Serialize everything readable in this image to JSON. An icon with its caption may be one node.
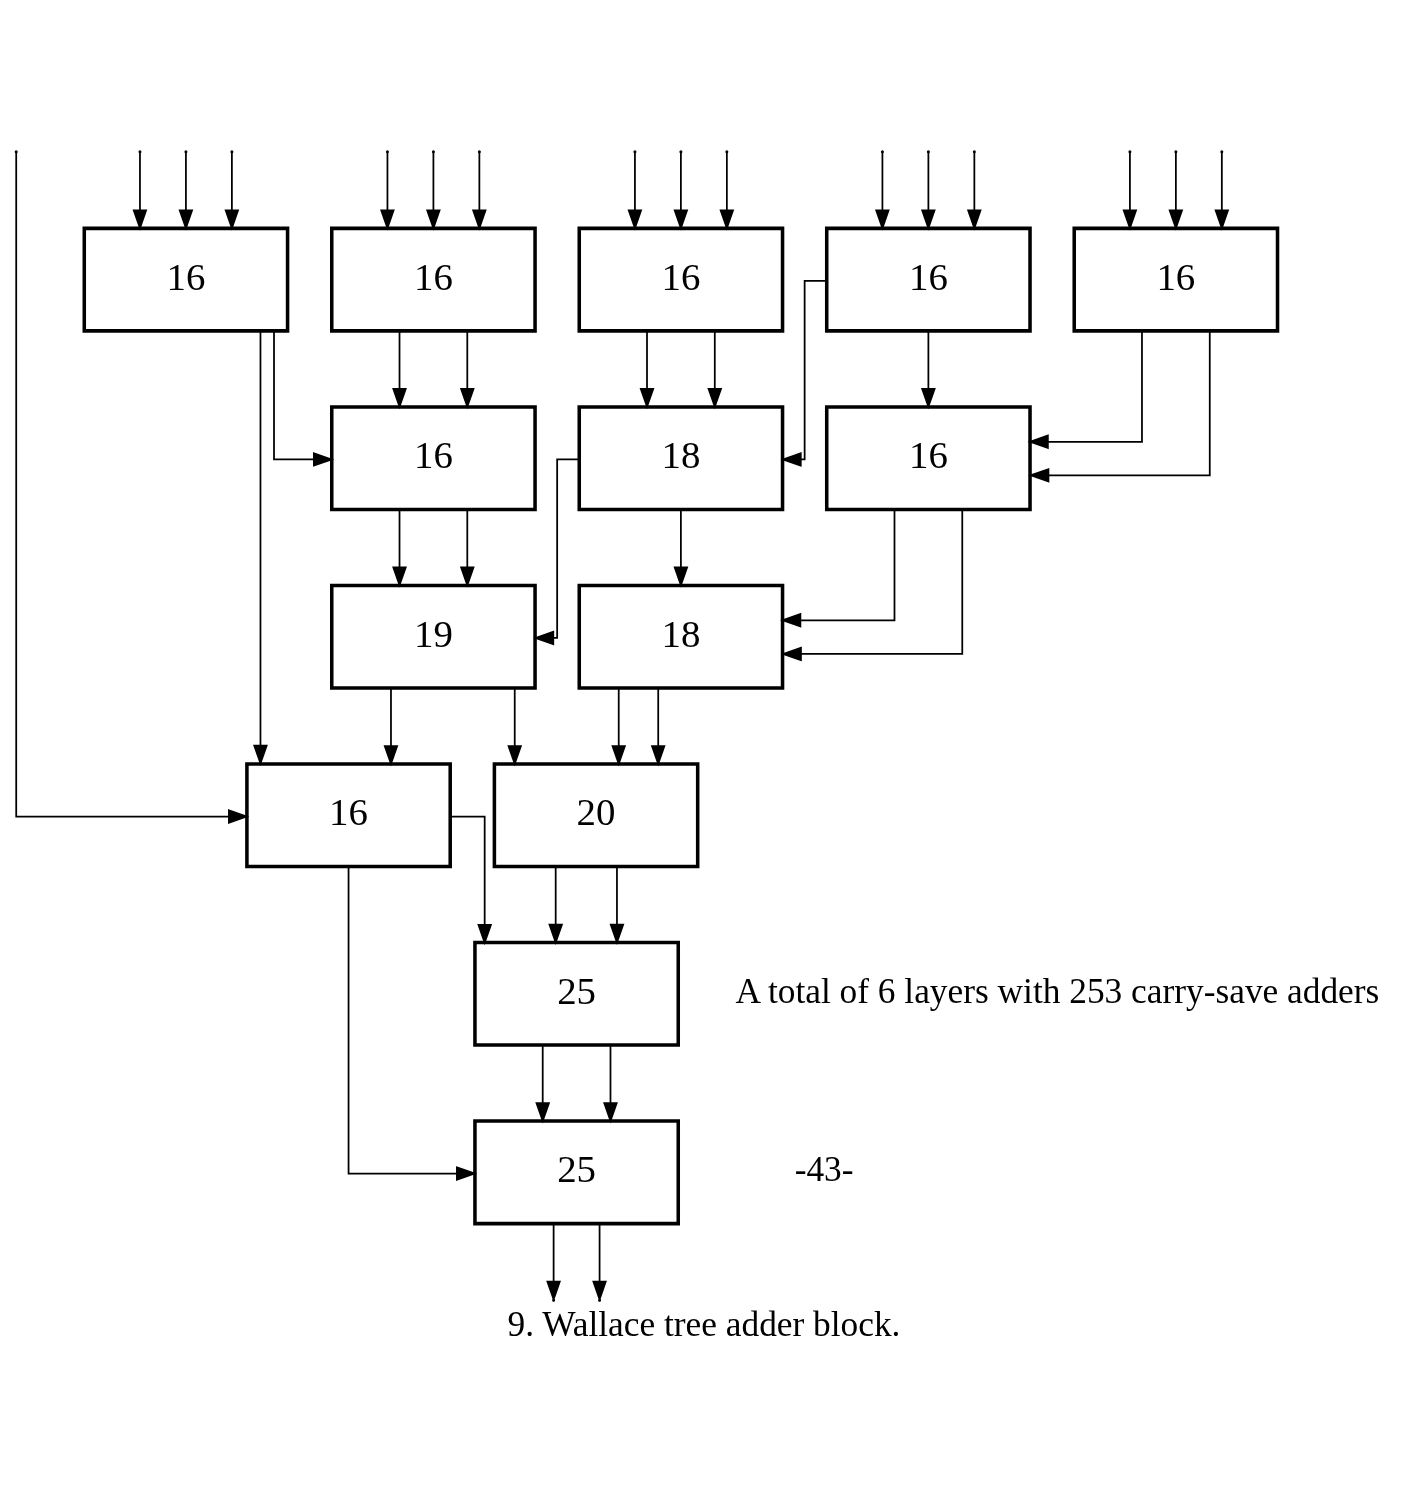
{
  "diagram": {
    "caption": "9. Wallace tree adder block.",
    "nodes": [
      {
        "text": [
          "16"
        ]
      },
      {
        "text": [
          "16"
        ]
      },
      {
        "text": [
          "16"
        ]
      },
      {
        "text": [
          "16"
        ]
      },
      {
        "text": [
          "16"
        ]
      },
      {
        "text": [
          "16"
        ]
      },
      {
        "text": [
          "18"
        ]
      },
      {
        "text": [
          "16"
        ]
      },
      {
        "text": [
          "19"
        ]
      },
      {
        "text": [
          "18"
        ]
      },
      {
        "text": [
          "16"
        ]
      },
      {
        "text": [
          "20"
        ]
      },
      {
        "text": [
          "25"
        ]
      },
      {
        "text": [
          "25"
        ]
      }
    ],
    "edges": [
      {
        "from": null,
        "to": 0,
        "arrow": "to"
      },
      {
        "from": null,
        "to": 0,
        "arrow": "to"
      },
      {
        "from": null,
        "to": 0,
        "arrow": "to"
      },
      {
        "from": null,
        "to": 1,
        "arrow": "to"
      },
      {
        "from": null,
        "to": 1,
        "arrow": "to"
      },
      {
        "from": null,
        "to": 1,
        "arrow": "to"
      },
      {
        "from": null,
        "to": 2,
        "arrow": "to"
      },
      {
        "from": null,
        "to": 2,
        "arrow": "to"
      },
      {
        "from": null,
        "to": 2,
        "arrow": "to"
      },
      {
        "from": null,
        "to": 3,
        "arrow": "to"
      },
      {
        "from": null,
        "to": 3,
        "arrow": "to"
      },
      {
        "from": null,
        "to": 3,
        "arrow": "to"
      },
      {
        "from": null,
        "to": 4,
        "arrow": "to"
      },
      {
        "from": null,
        "to": 4,
        "arrow": "to"
      },
      {
        "from": null,
        "to": 4,
        "arrow": "to"
      },
      {
        "from": 0,
        "to": 10,
        "arrow": "to"
      },
      {
        "from": 0,
        "to": 5,
        "arrow": "to"
      },
      {
        "from": 1,
        "to": 5,
        "arrow": "to"
      },
      {
        "from": 1,
        "to": 5,
        "arrow": "to"
      },
      {
        "from": 2,
        "to": 6,
        "arrow": "to"
      },
      {
        "from": 2,
        "to": 6,
        "arrow": "to"
      },
      {
        "from": 3,
        "to": 6,
        "arrow": "to"
      },
      {
        "from": 3,
        "to": 7,
        "arrow": "to"
      },
      {
        "from": 4,
        "to": 7,
        "arrow": "to"
      },
      {
        "from": 4,
        "to": 7,
        "arrow": "to"
      },
      {
        "from": 5,
        "to": 8,
        "arrow": "to"
      },
      {
        "from": 5,
        "to": 8,
        "arrow": "to"
      },
      {
        "from": 6,
        "to": 8,
        "arrow": "to"
      },
      {
        "from": 6,
        "to": 9,
        "arrow": "to"
      },
      {
        "from": 7,
        "to": 9,
        "arrow": "to"
      },
      {
        "from": 7,
        "to": 9,
        "arrow": "to"
      },
      {
        "from": null,
        "to": 10,
        "arrow": "to"
      },
      {
        "from": 8,
        "to": 10,
        "arrow": "to"
      },
      {
        "from": 8,
        "to": 11,
        "arrow": "to"
      },
      {
        "from": 9,
        "to": 11,
        "arrow": "to"
      },
      {
        "from": 9,
        "to": 11,
        "arrow": "to"
      },
      {
        "from": 10,
        "to": 13,
        "arrow": "to"
      },
      {
        "from": 10,
        "to": 12,
        "arrow": "to"
      },
      {
        "from": 11,
        "to": 12,
        "arrow": "to"
      },
      {
        "from": 11,
        "to": 12,
        "arrow": "to"
      },
      {
        "from": 12,
        "to": 13,
        "arrow": "to"
      },
      {
        "from": 12,
        "to": 13,
        "arrow": "to"
      },
      {
        "from": 13,
        "to": null,
        "arrow": "to"
      },
      {
        "from": 13,
        "to": null,
        "arrow": "to"
      }
    ],
    "labels": [
      "A total of 6 layers with 253 carry-save adders",
      "-43-"
    ]
  }
}
